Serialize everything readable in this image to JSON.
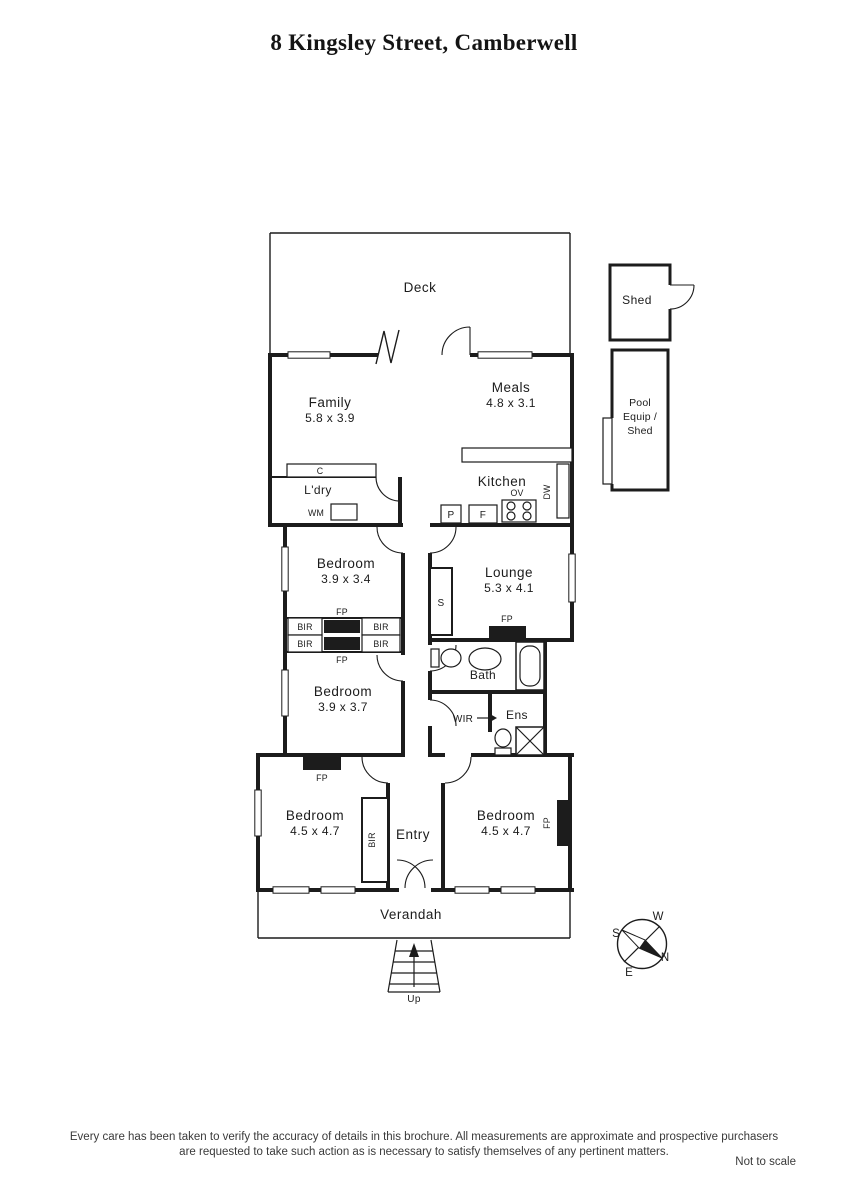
{
  "title": "8 Kingsley Street, Camberwell",
  "plan": {
    "rooms": {
      "deck": {
        "label": "Deck"
      },
      "shed": {
        "label": "Shed"
      },
      "pool_shed": {
        "line1": "Pool",
        "line2": "Equip /",
        "line3": "Shed"
      },
      "family": {
        "label": "Family",
        "dims": "5.8 x 3.9"
      },
      "meals": {
        "label": "Meals",
        "dims": "4.8 x 3.1"
      },
      "kitchen": {
        "label": "Kitchen"
      },
      "laundry": {
        "label": "L'dry"
      },
      "bedroom_1": {
        "label": "Bedroom",
        "dims": "3.9 x 3.4"
      },
      "lounge": {
        "label": "Lounge",
        "dims": "5.3 x 4.1"
      },
      "bedroom_2": {
        "label": "Bedroom",
        "dims": "3.9 x 3.7"
      },
      "bath": {
        "label": "Bath"
      },
      "wir": {
        "label": "WIR"
      },
      "ens": {
        "label": "Ens"
      },
      "bedroom_3": {
        "label": "Bedroom",
        "dims": "4.5 x 4.7"
      },
      "entry": {
        "label": "Entry"
      },
      "bedroom_4": {
        "label": "Bedroom",
        "dims": "4.5 x 4.7"
      },
      "verandah": {
        "label": "Verandah"
      }
    },
    "fixtures": {
      "fireplace": "FP",
      "robe": "BIR",
      "cupboard": "C",
      "washing_machine": "WM",
      "oven": "OV",
      "dishwasher": "DW",
      "pantry": "P",
      "fridge": "F",
      "store": "S",
      "up": "Up"
    },
    "compass": {
      "n": "N",
      "s": "S",
      "e": "E",
      "w": "W"
    }
  },
  "footer": {
    "disclaimer_line1": "Every care has been taken to verify the accuracy of details in this brochure.  All measurements are approximate and prospective purchasers",
    "disclaimer_line2": "are requested to take such action as is necessary to satisfy themselves of any pertinent matters.",
    "scale_note": "Not to scale"
  },
  "colors": {
    "ink": "#1c1c1c",
    "paper": "#ffffff"
  }
}
